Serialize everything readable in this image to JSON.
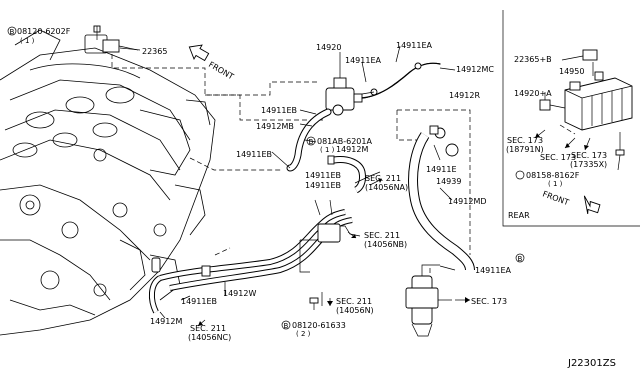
{
  "main": {
    "labels": {
      "bolt_top": "08120-6202F",
      "bolt_top_qty": "( 1 )",
      "sensor_22365": "22365",
      "front_main": "FRONT",
      "p14920": "14920",
      "p14911ea_top": "14911EA",
      "p14911ea_mid": "14911EA",
      "p14912mc": "14912MC",
      "p14912r": "14912R",
      "p14911eb_1": "14911EB",
      "p14912mb": "14912MB",
      "bolt_mid": "081AB-6201A",
      "bolt_mid_qty": "( 1 )",
      "p14912m_mid": "14912M",
      "p14911eb_2": "14911EB",
      "p14911eb_3": "14911EB",
      "p14911eb_4": "14911EB",
      "p14911e": "14911E",
      "p14939": "14939",
      "sec211_a": "SEC. 211",
      "sec211_a_ref": "(14056NA)",
      "p14912md": "14912MD",
      "sec211_b": "SEC. 211",
      "sec211_b_ref": "(14056NB)",
      "p14911ea_bot": "14911EA",
      "sec173_main": "SEC. 173",
      "p14911eb_5": "14911EB",
      "p14912w": "14912W",
      "p14912m_bot": "14912M",
      "sec211_c": "SEC. 211",
      "sec211_c_ref": "(14056N)",
      "bolt_bot": "08120-61633",
      "bolt_bot_qty": "( 2 )",
      "sec211_d": "SEC. 211",
      "sec211_d_ref": "(14056NC)"
    }
  },
  "inset": {
    "labels": {
      "p22365b": "22365+B",
      "p14950": "14950",
      "p14920a": "14920+A",
      "sec173_a": "SEC. 173",
      "sec173_a_ref": "(18791N)",
      "sec173_b": "SEC. 173",
      "sec173_c": "SEC. 173",
      "sec173_c_ref": "(17335X)",
      "bolt_inset": "08158-8162F",
      "bolt_inset_qty": "( 1 )",
      "front": "FRONT",
      "rear": "REAR"
    }
  },
  "footer": {
    "drawing_id": "J22301ZS"
  }
}
